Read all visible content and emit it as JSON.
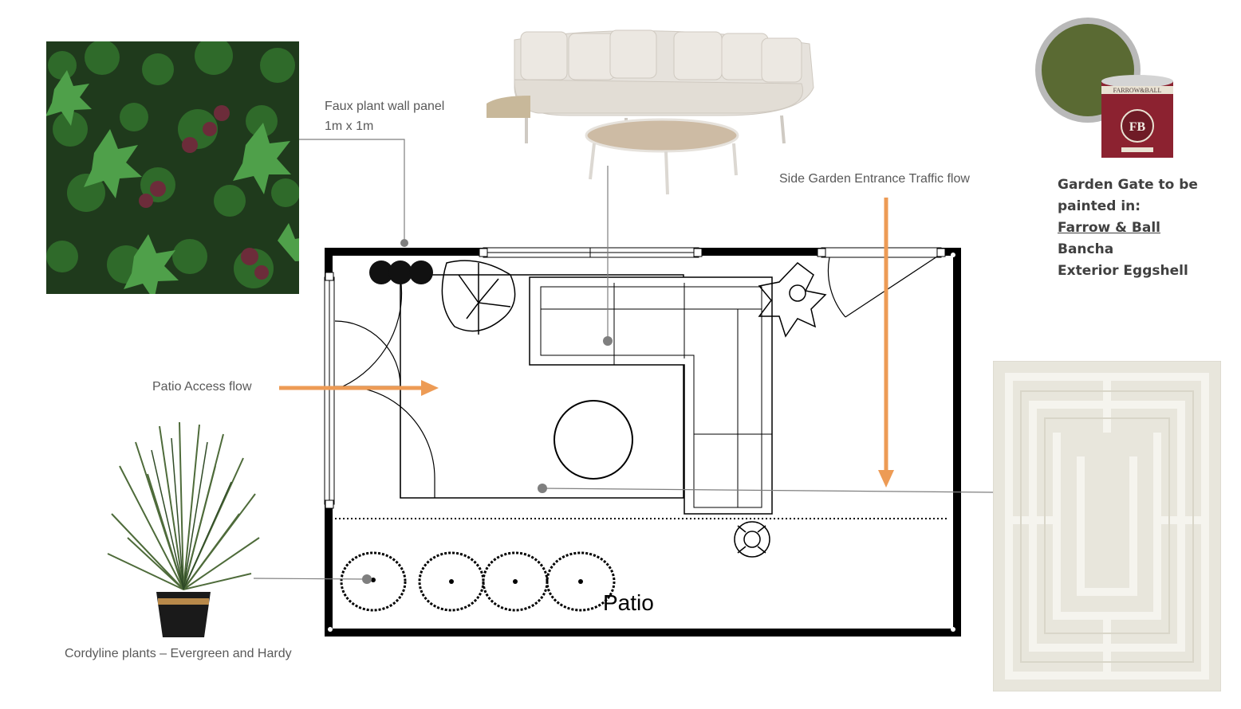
{
  "labels": {
    "plant_wall": [
      "Faux plant wall panel",
      "1m x 1m"
    ],
    "traffic_flow": "Side Garden Entrance Traffic flow",
    "patio_access": "Patio Access flow",
    "cordyline": "Cordyline plants – Evergreen and Hardy",
    "patio": "Patio"
  },
  "gate_note": {
    "lines": [
      "Garden Gate to be",
      "painted in:"
    ],
    "brand": "Farrow & Ball",
    "colour_name": "Bancha",
    "finish": "Exterior Eggshell"
  },
  "paint_tin": {
    "brand_text": "FARROW&BALL",
    "monogram": "FB"
  },
  "colors": {
    "arrow": "#ed9b55",
    "paint_bancha": "#5a6a33",
    "leader": "#7f7f7f",
    "wall": "#000000",
    "rug": "#e8e6dc"
  }
}
